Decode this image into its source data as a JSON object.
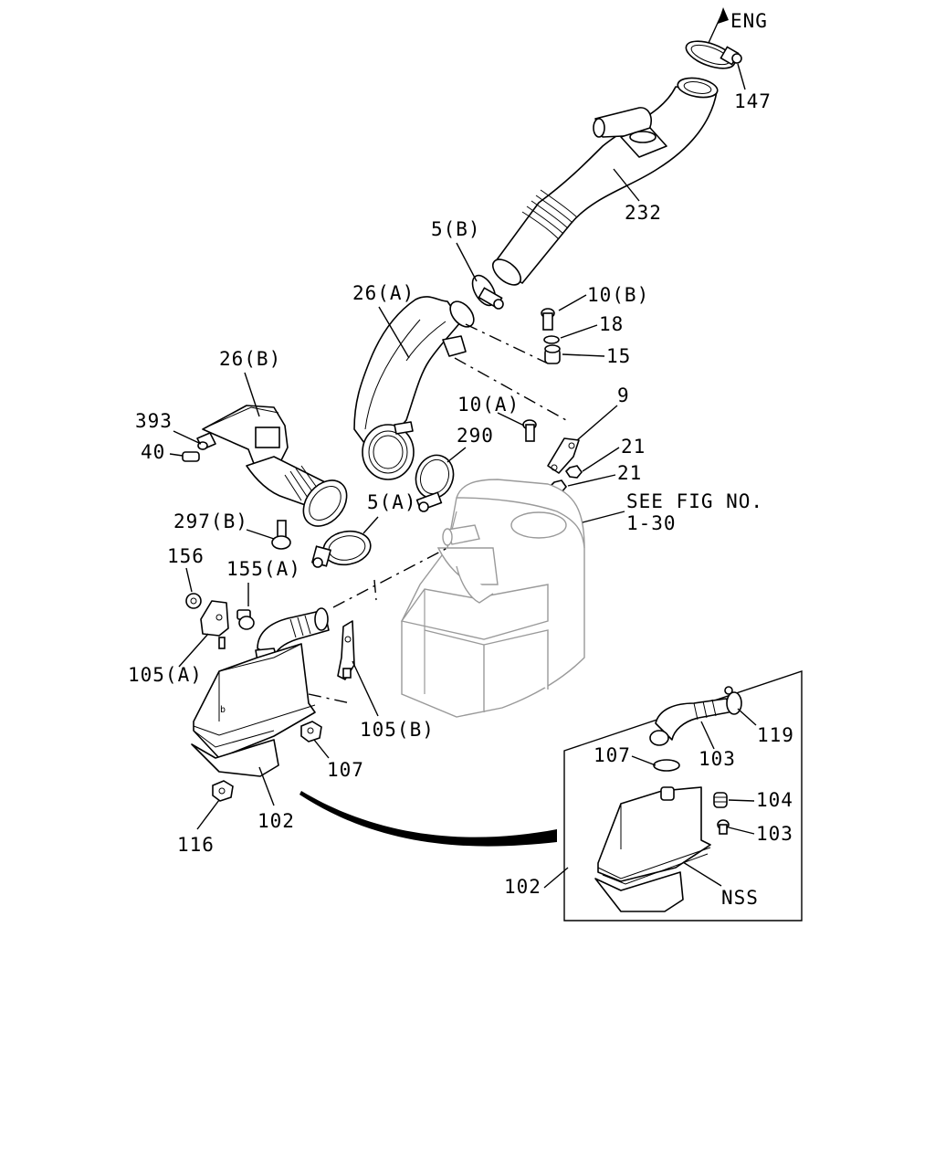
{
  "direction_label": "ENG",
  "reference_note": {
    "line1": "SEE FIG NO.",
    "line2": "1-30"
  },
  "callouts": [
    {
      "id": "c147",
      "text": "147"
    },
    {
      "id": "c232",
      "text": "232"
    },
    {
      "id": "c5b",
      "text": "5(B)"
    },
    {
      "id": "c26a",
      "text": "26(A)"
    },
    {
      "id": "c10b",
      "text": "10(B)"
    },
    {
      "id": "c18",
      "text": "18"
    },
    {
      "id": "c15",
      "text": "15"
    },
    {
      "id": "c26b",
      "text": "26(B)"
    },
    {
      "id": "c9",
      "text": "9"
    },
    {
      "id": "c393",
      "text": "393"
    },
    {
      "id": "c10a",
      "text": "10(A)"
    },
    {
      "id": "c290",
      "text": "290"
    },
    {
      "id": "c21a",
      "text": "21"
    },
    {
      "id": "c40",
      "text": "40"
    },
    {
      "id": "c21b",
      "text": "21"
    },
    {
      "id": "c5a",
      "text": "5(A)"
    },
    {
      "id": "c297b",
      "text": "297(B)"
    },
    {
      "id": "c156",
      "text": "156"
    },
    {
      "id": "c155a",
      "text": "155(A)"
    },
    {
      "id": "c105a",
      "text": "105(A)"
    },
    {
      "id": "c105b",
      "text": "105(B)"
    },
    {
      "id": "c107a",
      "text": "107"
    },
    {
      "id": "c107b",
      "text": "107"
    },
    {
      "id": "c119",
      "text": "119"
    },
    {
      "id": "c103a",
      "text": "103"
    },
    {
      "id": "c104",
      "text": "104"
    },
    {
      "id": "c116",
      "text": "116"
    },
    {
      "id": "c102a",
      "text": "102"
    },
    {
      "id": "c103b",
      "text": "103"
    },
    {
      "id": "c102b",
      "text": "102"
    },
    {
      "id": "cnss",
      "text": "NSS"
    }
  ]
}
